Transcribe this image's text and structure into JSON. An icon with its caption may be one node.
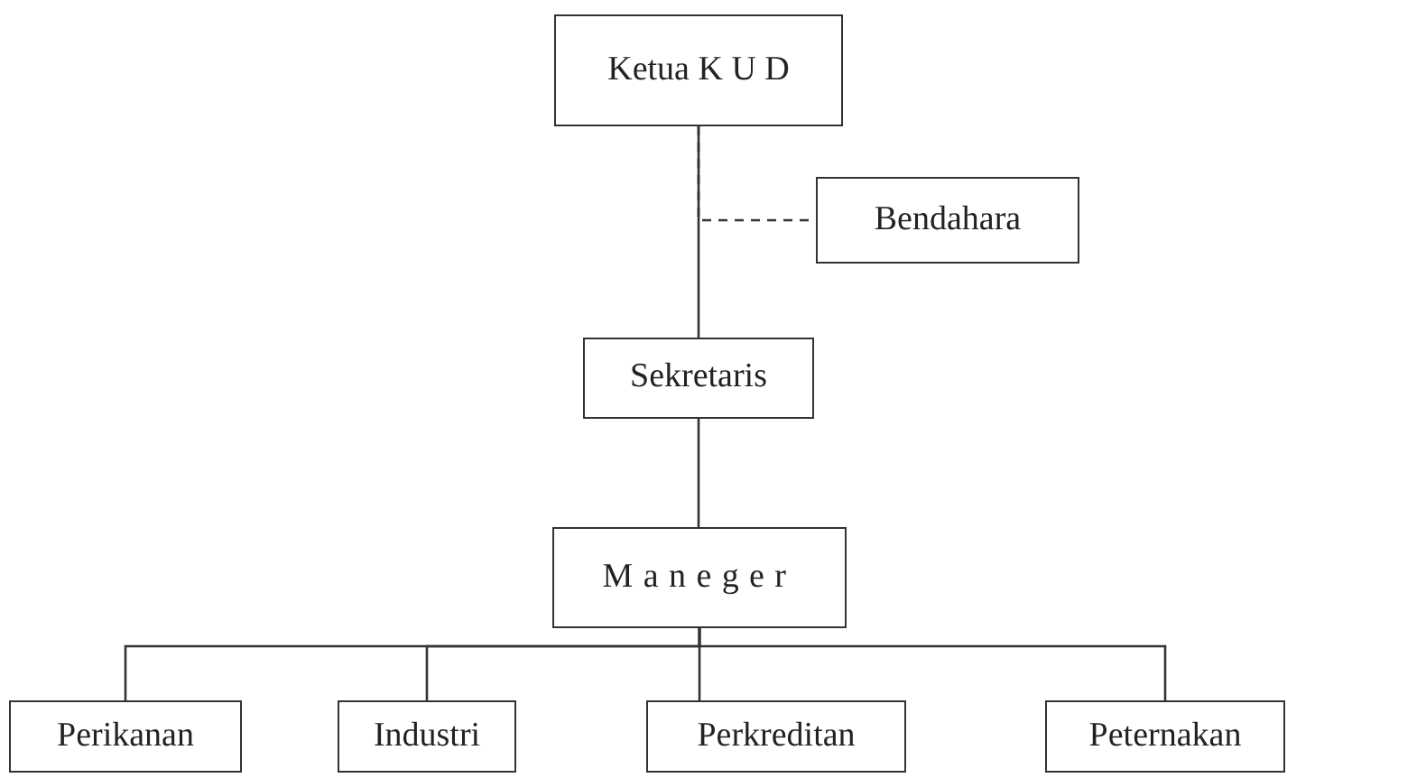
{
  "diagram": {
    "nodes": [
      {
        "text": [
          "Ketua K U D"
        ]
      },
      {
        "text": [
          "Bendahara"
        ]
      },
      {
        "text": [
          "Sekretaris"
        ]
      },
      {
        "text": [
          "Maneger"
        ]
      },
      {
        "text": [
          "Perikanan"
        ]
      },
      {
        "text": [
          "Industri"
        ]
      },
      {
        "text": [
          "Perkreditan"
        ]
      },
      {
        "text": [
          "Peternakan"
        ]
      }
    ],
    "edges": [
      {
        "from": 0,
        "to": 2,
        "arrow": "none"
      },
      {
        "from": 0,
        "to": 1,
        "arrow": "none",
        "style": "dashed"
      },
      {
        "from": 2,
        "to": 3,
        "arrow": "none"
      },
      {
        "from": 3,
        "to": 4,
        "arrow": "none"
      },
      {
        "from": 3,
        "to": 5,
        "arrow": "none"
      },
      {
        "from": 3,
        "to": 6,
        "arrow": "none"
      },
      {
        "from": 3,
        "to": 7,
        "arrow": "none"
      }
    ]
  }
}
